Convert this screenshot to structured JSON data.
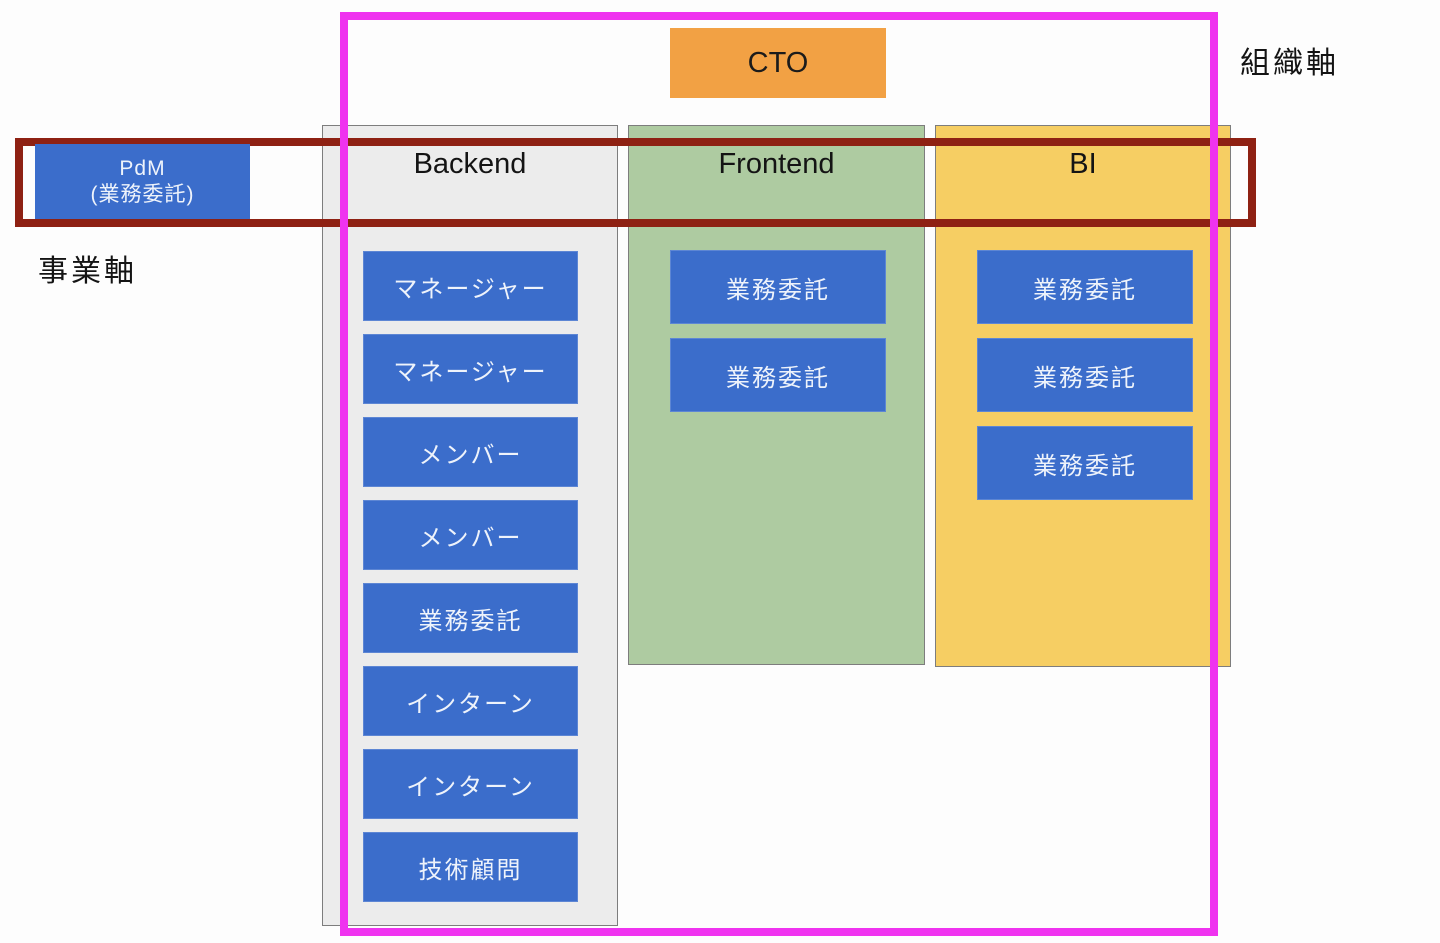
{
  "diagram": {
    "title_implicit": "engineering organization matrix chart",
    "axis_labels": {
      "organization": "組織軸",
      "business": "事業軸"
    },
    "cto": {
      "label": "CTO"
    },
    "pdm": {
      "line1": "PdM",
      "line2": "(業務委託)"
    },
    "columns": [
      {
        "id": "backend",
        "header": "Backend",
        "members": [
          "マネージャー",
          "マネージャー",
          "メンバー",
          "メンバー",
          "業務委託",
          "インターン",
          "インターン",
          "技術顧問"
        ]
      },
      {
        "id": "frontend",
        "header": "Frontend",
        "members": [
          "業務委託",
          "業務委託"
        ]
      },
      {
        "id": "bi",
        "header": "BI",
        "members": [
          "業務委託",
          "業務委託",
          "業務委託"
        ]
      }
    ],
    "colors": {
      "cto_box": "#f2a144",
      "member_box_blue": "#3b6dcb",
      "backend_column": "#ececec",
      "frontend_column": "#aecba1",
      "bi_column": "#f6ce63",
      "organization_axis_rect": "#ef33ef",
      "business_axis_rect": "#8e2113"
    }
  }
}
